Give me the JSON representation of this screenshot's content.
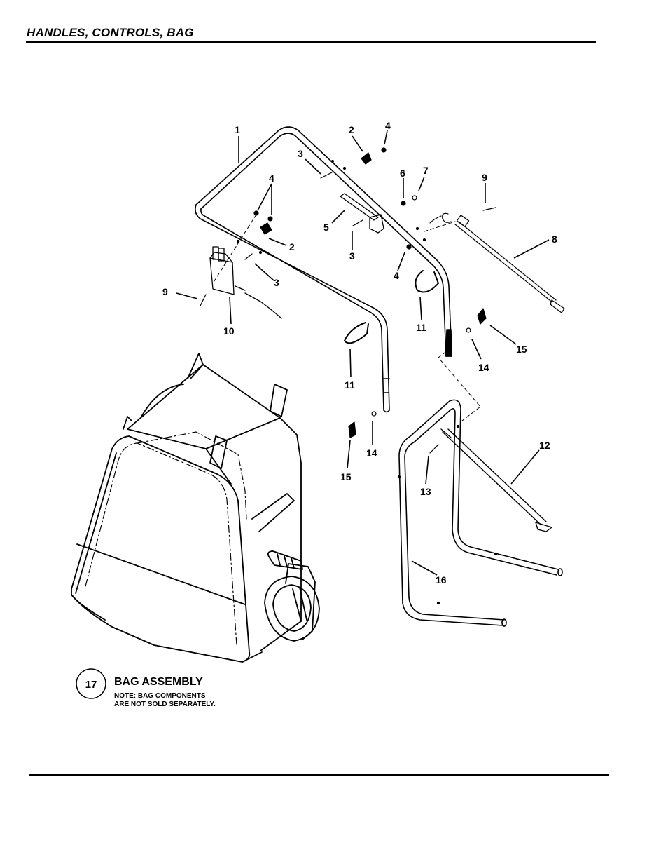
{
  "header": {
    "title": "HANDLES, CONTROLS, BAG"
  },
  "callouts": [
    {
      "id": "c1",
      "label": "1"
    },
    {
      "id": "c2a",
      "label": "2"
    },
    {
      "id": "c4a",
      "label": "4"
    },
    {
      "id": "c3a",
      "label": "3"
    },
    {
      "id": "c6",
      "label": "6"
    },
    {
      "id": "c7",
      "label": "7"
    },
    {
      "id": "c9a",
      "label": "9"
    },
    {
      "id": "c4b",
      "label": "4"
    },
    {
      "id": "c5",
      "label": "5"
    },
    {
      "id": "c2b",
      "label": "2"
    },
    {
      "id": "c3b",
      "label": "3"
    },
    {
      "id": "c8",
      "label": "8"
    },
    {
      "id": "c3c",
      "label": "3"
    },
    {
      "id": "c4c",
      "label": "4"
    },
    {
      "id": "c9b",
      "label": "9"
    },
    {
      "id": "c10",
      "label": "10"
    },
    {
      "id": "c11a",
      "label": "11"
    },
    {
      "id": "c11b",
      "label": "11"
    },
    {
      "id": "c15a",
      "label": "15"
    },
    {
      "id": "c14a",
      "label": "14"
    },
    {
      "id": "c12",
      "label": "12"
    },
    {
      "id": "c14b",
      "label": "14"
    },
    {
      "id": "c15b",
      "label": "15"
    },
    {
      "id": "c13",
      "label": "13"
    },
    {
      "id": "c16",
      "label": "16"
    }
  ],
  "bag": {
    "number": "17",
    "title": "BAG ASSEMBLY",
    "note_line1": "NOTE: BAG COMPONENTS",
    "note_line2": "ARE NOT SOLD SEPARATELY."
  }
}
